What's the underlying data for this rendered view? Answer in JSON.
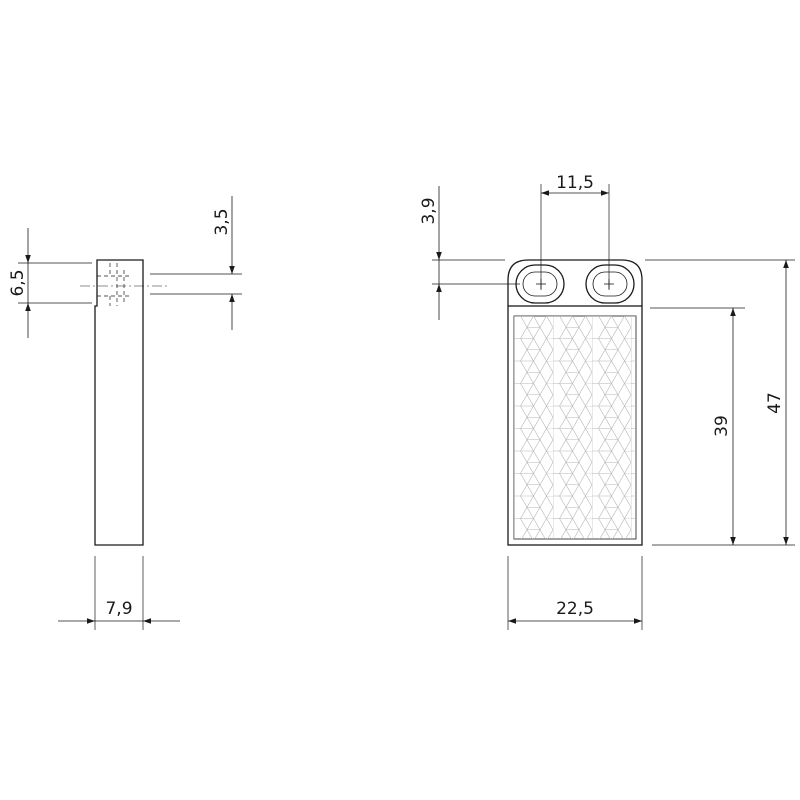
{
  "drawing": {
    "side_view": {
      "width_label": "7,9",
      "slot_height_label": "6,5",
      "hole_label": "3,5"
    },
    "front_view": {
      "hole_spacing_label": "11,5",
      "hole_offset_label": "3,9",
      "width_label": "22,5",
      "reflector_height_label": "39",
      "total_height_label": "47"
    }
  }
}
